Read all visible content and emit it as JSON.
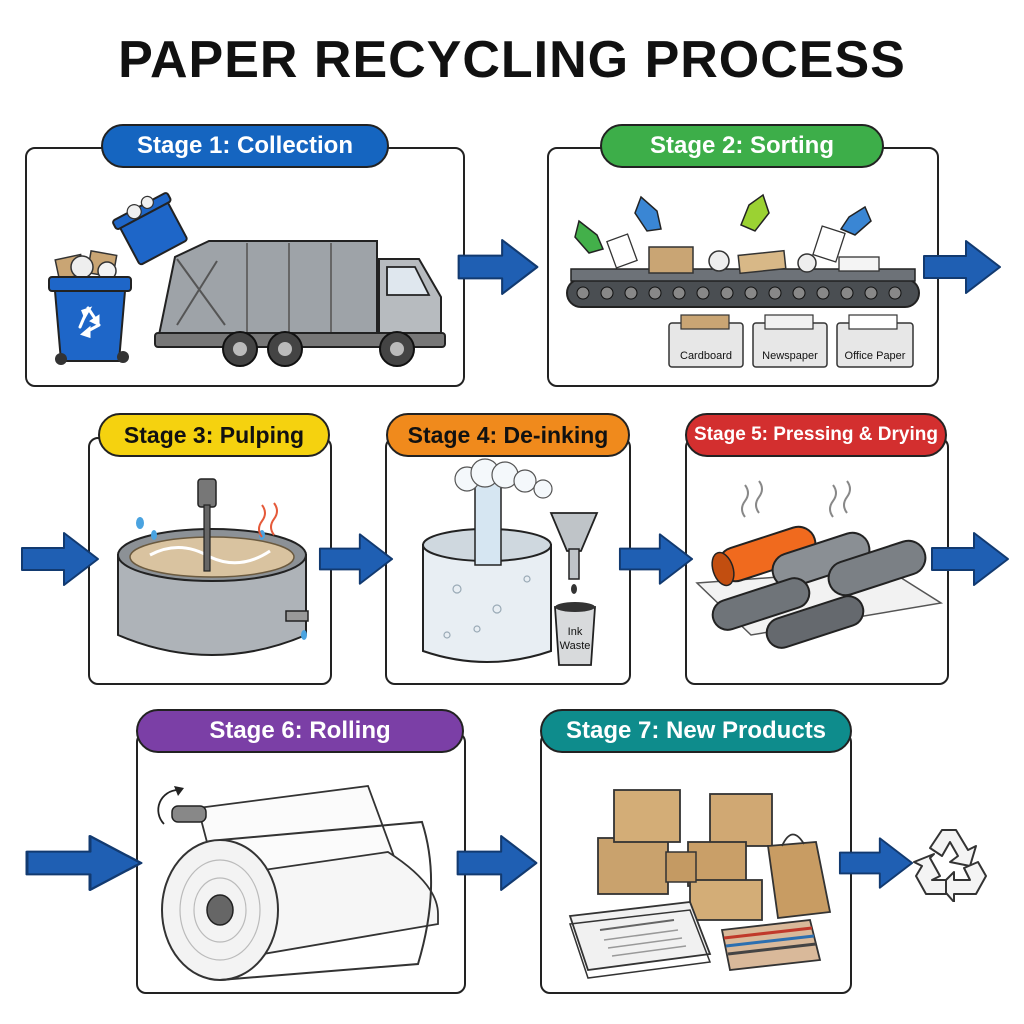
{
  "title": "PAPER RECYCLING PROCESS",
  "colors": {
    "stage1": "#1565C0",
    "stage2": "#3DAE49",
    "stage3": "#F5D20F",
    "stage4": "#F08A1C",
    "stage5": "#D32F2F",
    "stage6": "#7B3FA6",
    "stage7": "#0E8C8C",
    "arrow": "#1F5FB3"
  },
  "stages": [
    {
      "label": "Stage 1: Collection"
    },
    {
      "label": "Stage 2: Sorting",
      "bins": [
        "Cardboard",
        "Newspaper",
        "Office Paper"
      ]
    },
    {
      "label": "Stage 3: Pulping"
    },
    {
      "label": "Stage 4: De-inking",
      "bucket_label_line1": "Ink",
      "bucket_label_line2": "Waste"
    },
    {
      "label": "Stage 5: Pressing & Drying"
    },
    {
      "label": "Stage 6: Rolling"
    },
    {
      "label": "Stage 7: New Products"
    }
  ],
  "icons": [
    "recycle-icon",
    "arrow-right-icon"
  ]
}
